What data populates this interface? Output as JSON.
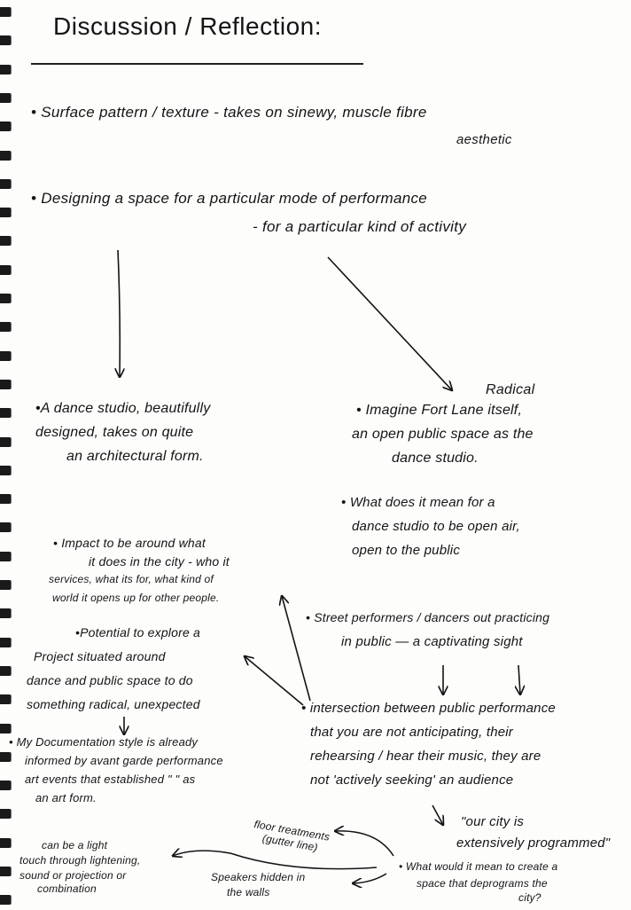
{
  "title": "Discussion / Reflection:",
  "bullets": {
    "surface": [
      "• Surface pattern / texture - takes on sinewy, muscle fibre",
      "aesthetic"
    ],
    "designing": [
      "• Designing a space for a particular mode of performance",
      "- for a particular kind of activity"
    ]
  },
  "radical_label": "Radical",
  "dance_studio": [
    "•A dance studio, beautifully",
    "designed, takes on quite",
    "an architectural form."
  ],
  "fort_lane": [
    "• Imagine Fort Lane itself,",
    "an open public space as the",
    "dance studio."
  ],
  "open_air": [
    "• What does it mean for a",
    "dance studio to be open air,",
    "open to the public"
  ],
  "impact": [
    "• Impact to be around what",
    "it does in the city - who it",
    "services, what its for, what kind of",
    "world it opens up for other people."
  ],
  "street_performers": [
    "• Street performers / dancers out practicing",
    "in public  — a captivating sight"
  ],
  "potential": [
    "•Potential to explore a",
    "Project situated around",
    "dance and public space to do",
    "something radical, unexpected"
  ],
  "intersection": [
    "• intersection between public performance",
    "that you are not anticipating, their",
    "rehearsing / hear their music, they are",
    "not 'actively seeking' an audience"
  ],
  "documentation": [
    "• My Documentation style is already",
    "informed by avant garde performance",
    "art events that established \"   \" as",
    "an art form."
  ],
  "quote": [
    "\"our city is",
    "extensively programmed\""
  ],
  "floor_treatments": [
    "floor treatments",
    "(gutter line)"
  ],
  "light_touch": [
    "can be a light",
    "touch through lightening,",
    "sound or projection or",
    "combination"
  ],
  "speakers": [
    "Speakers hidden in",
    "the walls"
  ],
  "deprogram": [
    "• What would it mean to create a",
    "space that deprograms the",
    "city?"
  ]
}
